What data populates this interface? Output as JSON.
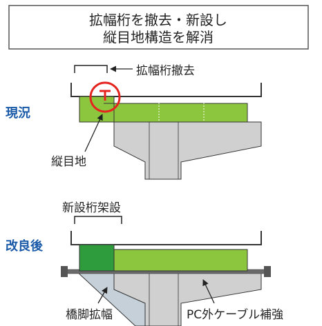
{
  "title": {
    "line1": "拡幅桁を撤去・新設し",
    "line2": "縦目地構造を解消"
  },
  "sections": {
    "current": {
      "label": "現況",
      "remove_label": "拡幅桁撤去",
      "joint_label": "縦目地"
    },
    "improved": {
      "label": "改良後",
      "new_girder_label": "新設桁架設",
      "pier_widen_label": "橋脚拡幅",
      "cable_label": "PC外ケーブル補強"
    }
  },
  "colors": {
    "girder_light": "#8cc63e",
    "girder_dark": "#2e9b3c",
    "pier": "#d0d0d0",
    "pier_stroke": "#333333",
    "marker": "#e5231f",
    "section_label": "#1a5aa8",
    "cable": "#6a6a6a"
  }
}
